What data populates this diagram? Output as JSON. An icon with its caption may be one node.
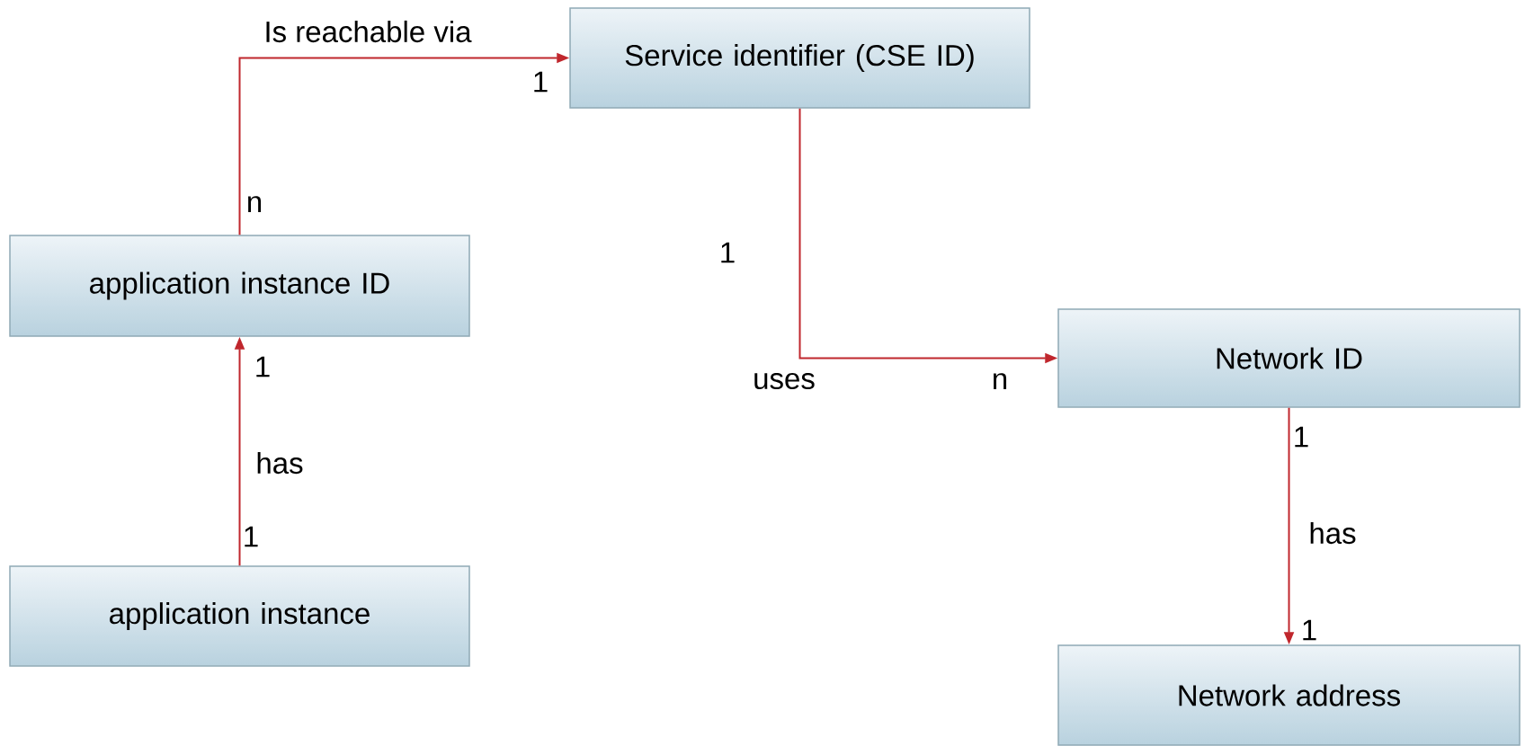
{
  "diagram": {
    "nodes": [
      {
        "text": [
          "Service identifier (CSE ID)"
        ]
      },
      {
        "text": [
          "application instance ID"
        ]
      },
      {
        "text": [
          "Network ID"
        ]
      },
      {
        "text": [
          "application instance"
        ]
      },
      {
        "text": [
          "Network address"
        ]
      }
    ],
    "edges": [
      {
        "from": 1,
        "to": 0,
        "arrow": "to",
        "label": "Is reachable via"
      },
      {
        "from": 0,
        "to": 2,
        "arrow": "to",
        "label": "uses"
      },
      {
        "from": 3,
        "to": 1,
        "arrow": "to",
        "label": "has"
      },
      {
        "from": 2,
        "to": 4,
        "arrow": "to",
        "label": "has"
      }
    ],
    "labels": [
      "1",
      "n",
      "1",
      "1",
      "n",
      "1",
      "1",
      "1"
    ]
  }
}
